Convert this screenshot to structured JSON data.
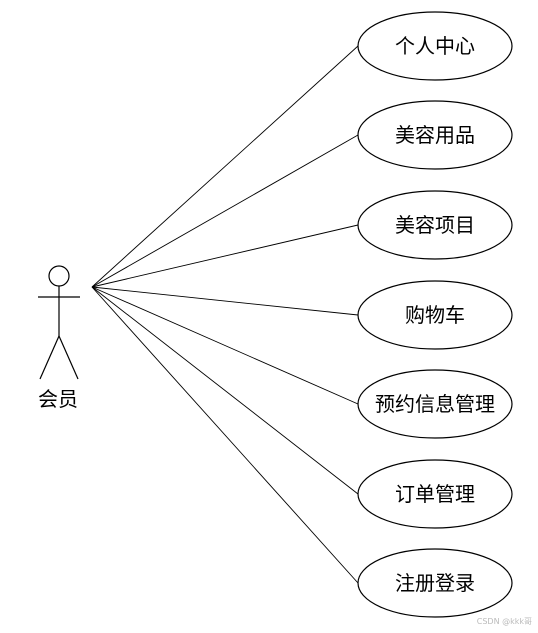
{
  "actor": {
    "label": "会员"
  },
  "use_cases": [
    {
      "label": "个人中心"
    },
    {
      "label": "美容用品"
    },
    {
      "label": "美容项目"
    },
    {
      "label": "购物车"
    },
    {
      "label": "预约信息管理"
    },
    {
      "label": "订单管理"
    },
    {
      "label": "注册登录"
    }
  ],
  "watermark": "CSDN @kkk哥"
}
